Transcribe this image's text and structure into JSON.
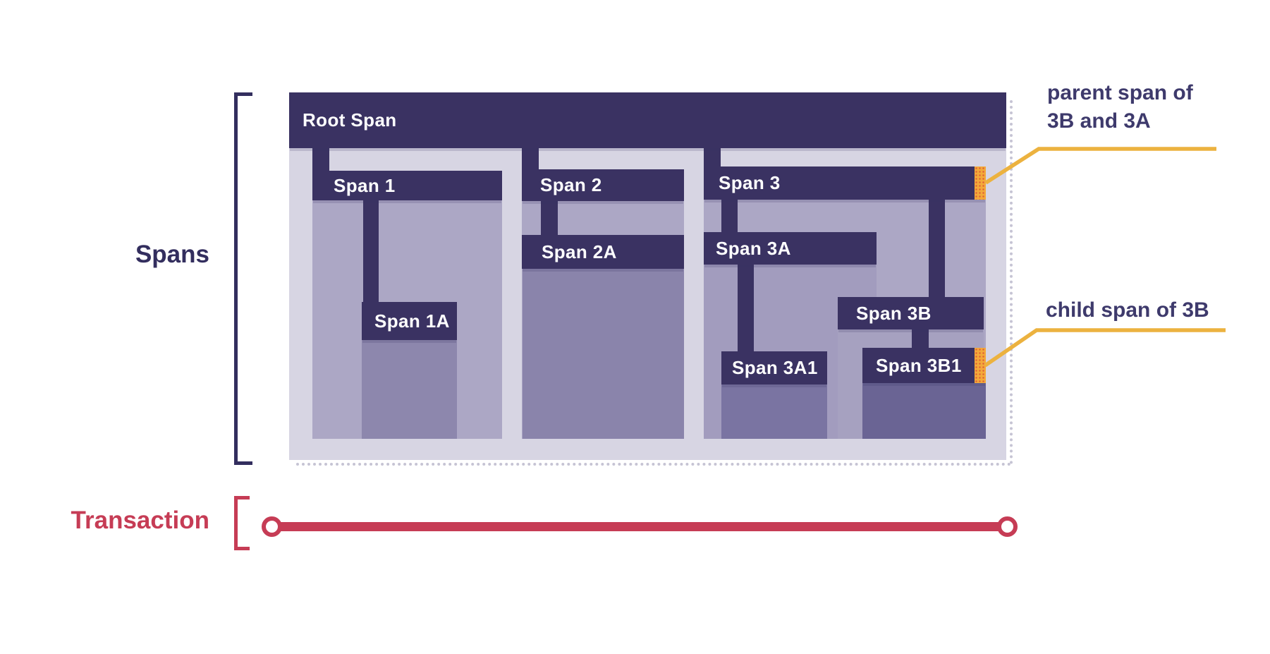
{
  "side": {
    "spans_label": "Spans",
    "transaction_label": "Transaction"
  },
  "spans": {
    "root": {
      "label": "Root Span"
    },
    "span1": {
      "label": "Span 1"
    },
    "span1a": {
      "label": "Span 1A"
    },
    "span2": {
      "label": "Span 2"
    },
    "span2a": {
      "label": "Span 2A"
    },
    "span3": {
      "label": "Span 3"
    },
    "span3a": {
      "label": "Span 3A"
    },
    "span3a1": {
      "label": "Span 3A1"
    },
    "span3b": {
      "label": "Span 3B"
    },
    "span3b1": {
      "label": "Span 3B1"
    }
  },
  "annotations": {
    "parent": {
      "line1": "parent span of",
      "line2": "3B and 3A"
    },
    "child": {
      "text": "child span of 3B"
    }
  },
  "colors": {
    "bar_navy": "#3a3262",
    "container_bg": "#d7d5e3",
    "region_level1": "#aca7c5",
    "region_level2_1a2a": "#8c86ac",
    "region_level2_3a3b": "#a49ebf",
    "region_level3_3a1": "#7a74a2",
    "region_level3_3b1": "#6a6494",
    "highlight_orange": "#f3a93a",
    "highlight_dot_red": "#dd5b37",
    "callout_yellow": "#ecb23f",
    "transaction_red": "#c63c55",
    "label_navy": "#332e5e",
    "annotation_navy": "#3e3a6c"
  }
}
